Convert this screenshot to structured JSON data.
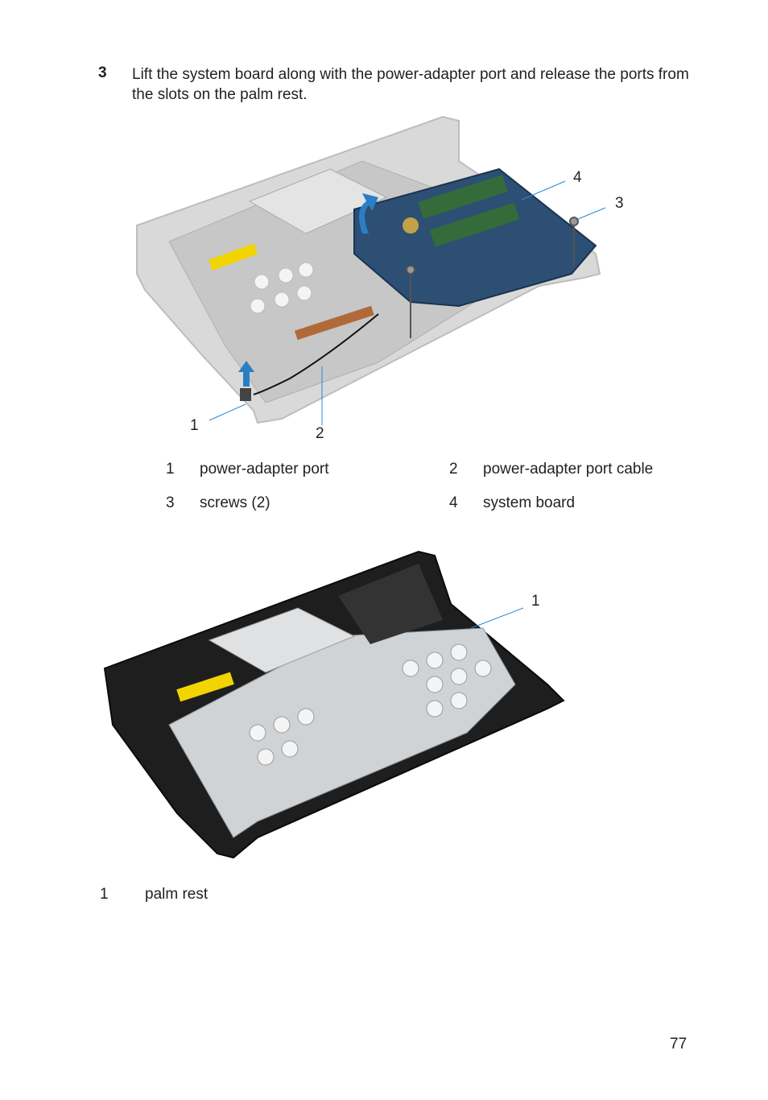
{
  "step": {
    "number": "3",
    "text": "Lift the system board along with the power-adapter port and release the ports from the slots on the palm rest."
  },
  "figure1": {
    "callouts": [
      "1",
      "2",
      "3",
      "4"
    ],
    "legend": [
      {
        "num": "1",
        "label": "power-adapter port"
      },
      {
        "num": "2",
        "label": "power-adapter port cable"
      },
      {
        "num": "3",
        "label": "screws (2)"
      },
      {
        "num": "4",
        "label": "system board"
      }
    ]
  },
  "figure2": {
    "callouts": [
      "1"
    ],
    "legend": [
      {
        "num": "1",
        "label": "palm rest"
      }
    ]
  },
  "page_number": "77"
}
